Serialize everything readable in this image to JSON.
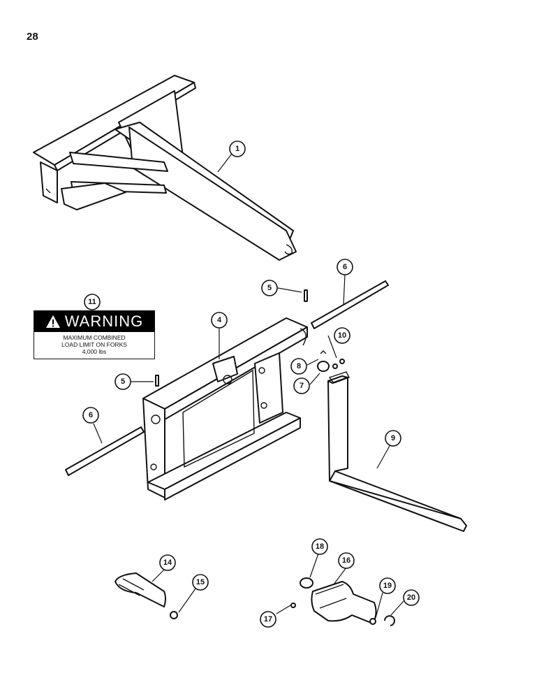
{
  "page": {
    "number": "28"
  },
  "warning_decal": {
    "heading": "WARNING",
    "line1": "MAXIMUM COMBINED",
    "line2": "LOAD LIMIT ON FORKS",
    "line3": "4,000 lbs"
  },
  "callouts": [
    {
      "id": "c1",
      "label": "1"
    },
    {
      "id": "c4",
      "label": "4"
    },
    {
      "id": "c5a",
      "label": "5"
    },
    {
      "id": "c5b",
      "label": "5"
    },
    {
      "id": "c6a",
      "label": "6"
    },
    {
      "id": "c6b",
      "label": "6"
    },
    {
      "id": "c7",
      "label": "7"
    },
    {
      "id": "c8",
      "label": "8"
    },
    {
      "id": "c9",
      "label": "9"
    },
    {
      "id": "c10",
      "label": "10"
    },
    {
      "id": "c11",
      "label": "11"
    },
    {
      "id": "c14",
      "label": "14"
    },
    {
      "id": "c15",
      "label": "15"
    },
    {
      "id": "c16",
      "label": "16"
    },
    {
      "id": "c17",
      "label": "17"
    },
    {
      "id": "c18",
      "label": "18"
    },
    {
      "id": "c19",
      "label": "19"
    },
    {
      "id": "c20",
      "label": "20"
    }
  ]
}
